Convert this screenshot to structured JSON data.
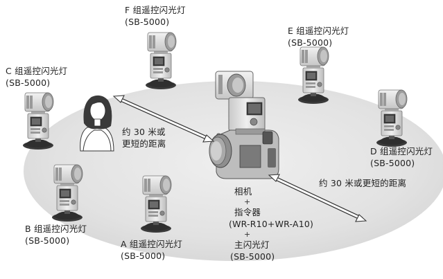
{
  "groups": {
    "a": {
      "name": "A 组遥控闪光灯",
      "model": "(SB-5000)"
    },
    "b": {
      "name": "B 组遥控闪光灯",
      "model": "(SB-5000)"
    },
    "c": {
      "name": "C 组遥控闪光灯",
      "model": "(SB-5000)"
    },
    "d": {
      "name": "D 组遥控闪光灯",
      "model": "(SB-5000)"
    },
    "e": {
      "name": "E 组遥控闪光灯",
      "model": "(SB-5000)"
    },
    "f": {
      "name": "F 组遥控闪光灯",
      "model": "(SB-5000)"
    }
  },
  "distance_subject": {
    "line1": "约 30 米或",
    "line2": "更短的距离"
  },
  "distance_right": "约 30 米或更短的距离",
  "master": {
    "camera": "相机",
    "plus1": "+",
    "commander": "指令器",
    "commander_model": "(WR-R10+WR-A10)",
    "plus2": "+",
    "main_flash": "主闪光灯",
    "main_flash_model": "(SB-5000)"
  },
  "colors": {
    "ellipse_fill": "#e3e3e3",
    "device_body": "#d8d8d8",
    "device_dark": "#555555"
  },
  "icons": [
    "flash-unit-icon",
    "camera-icon",
    "subject-person-icon",
    "double-arrow-icon"
  ]
}
